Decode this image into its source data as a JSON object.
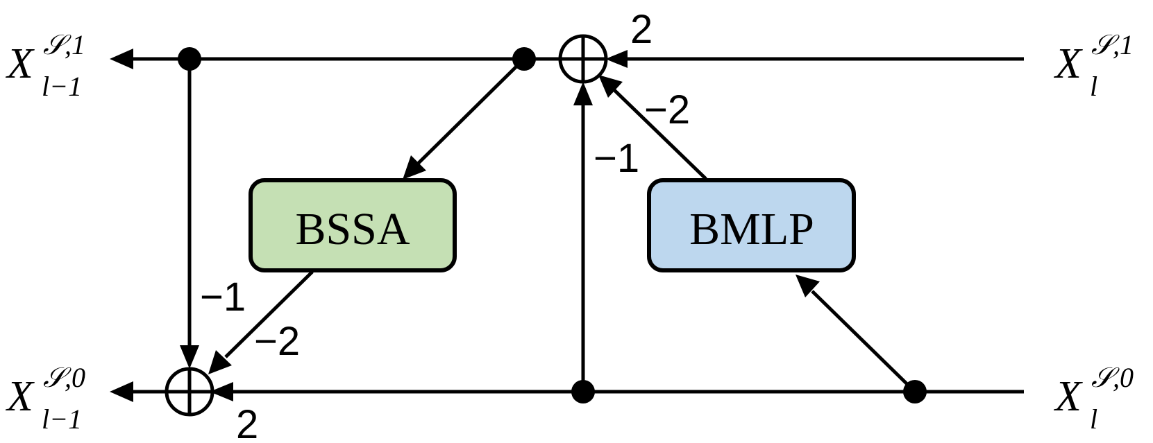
{
  "colors": {
    "bssa_fill": "#c5e0b4",
    "bmlp_fill": "#bdd7ee",
    "line": "#000000"
  },
  "blocks": {
    "bssa": "BSSA",
    "bmlp": "BMLP"
  },
  "variables": {
    "left_top": {
      "base": "X",
      "sup": "𝒮,1",
      "sub": "l−1"
    },
    "left_bottom": {
      "base": "X",
      "sup": "𝒮,0",
      "sub": "l−1"
    },
    "right_top": {
      "base": "X",
      "sup": "𝒮,1",
      "sub": "l"
    },
    "right_bottom": {
      "base": "X",
      "sup": "𝒮,0",
      "sub": "l"
    }
  },
  "weights": {
    "top_sum_input": "2",
    "bmlp_to_top_sum": "−2",
    "vertical_to_top_sum": "−1",
    "left_vertical_to_bottom_sum": "−1",
    "bssa_to_bottom_sum": "−2",
    "bottom_sum_input": "2"
  }
}
